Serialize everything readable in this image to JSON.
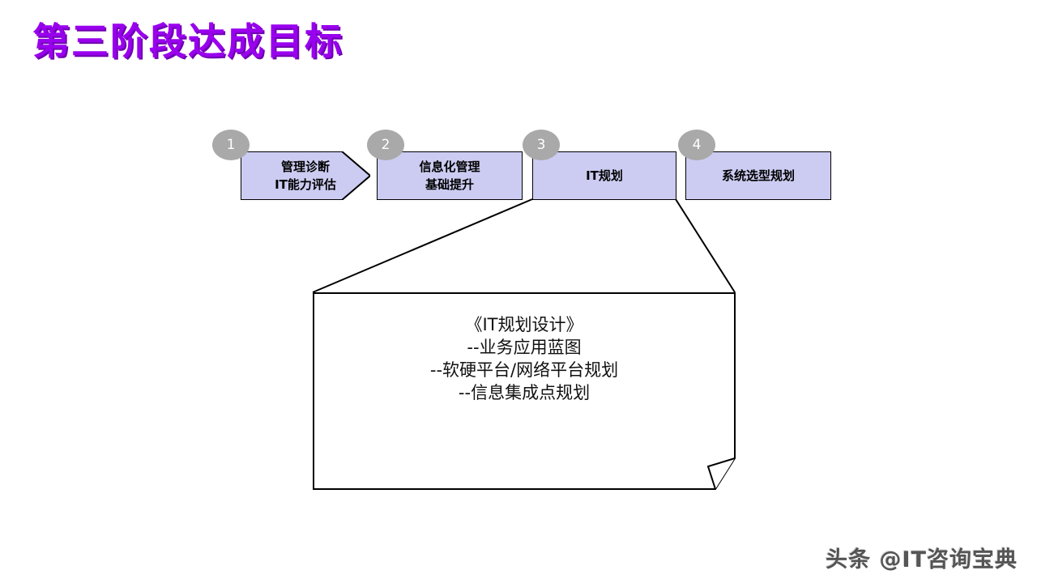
{
  "slide": {
    "title": "第三阶段达成目标",
    "title_color": "#9900EE",
    "background": "#FFFFFF"
  },
  "flow": {
    "box_fill": "#CCCCF2",
    "box_border": "#000000",
    "badge_fill": "#A9A9A9",
    "badge_text_color": "#FFFFFF",
    "stages": [
      {
        "number": "1",
        "shape": "chevron",
        "lines": [
          "管理诊断",
          "IT能力评估"
        ]
      },
      {
        "number": "2",
        "shape": "rect",
        "lines": [
          "信息化管理",
          "基础提升"
        ]
      },
      {
        "number": "3",
        "shape": "rect",
        "lines": [
          "IT规划"
        ]
      },
      {
        "number": "4",
        "shape": "rect",
        "lines": [
          "系统选型规划"
        ]
      }
    ]
  },
  "detail_document": {
    "source_stage": "3",
    "lines": [
      "《IT规划设计》",
      "--业务应用蓝图",
      "--软硬平台/网络平台规划",
      "--信息集成点规划"
    ]
  },
  "watermark": {
    "text": "头条 @IT咨询宝典"
  }
}
